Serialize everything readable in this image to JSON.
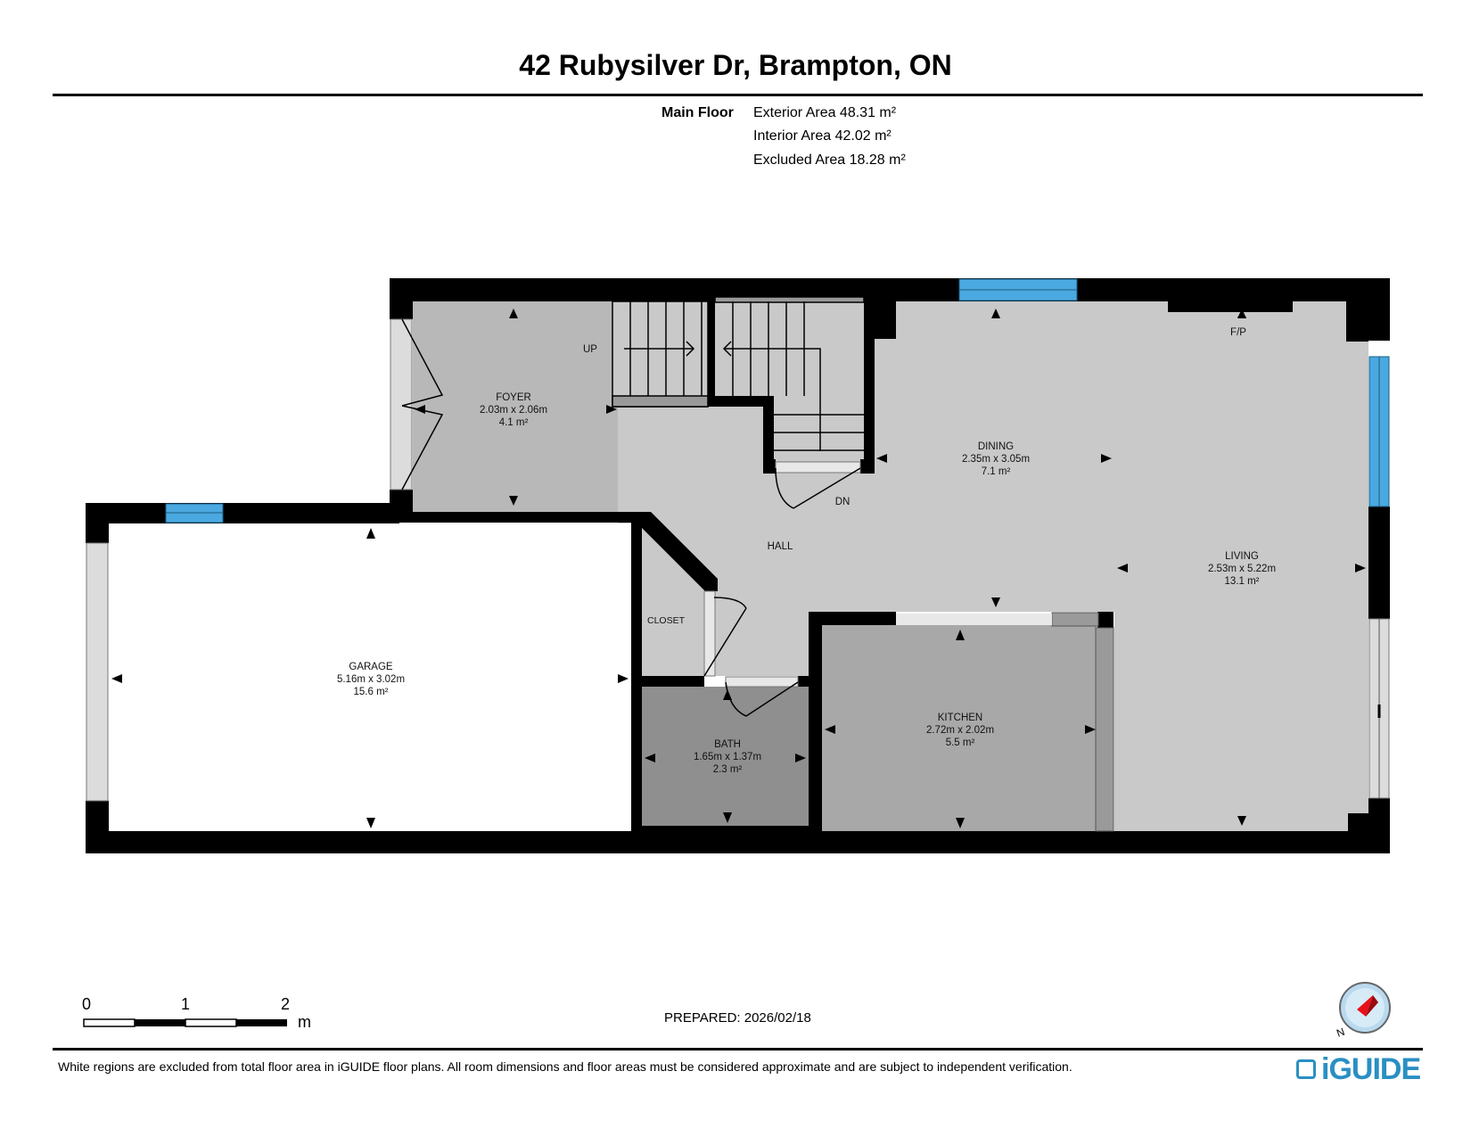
{
  "header": {
    "title": "42 Rubysilver Dr, Brampton, ON"
  },
  "floor_info": {
    "floor_name": "Main Floor",
    "areas": [
      "Exterior Area 48.31 m²",
      "Interior Area 42.02 m²",
      "Excluded Area 18.28 m²"
    ]
  },
  "rooms": {
    "foyer": {
      "name": "FOYER",
      "dims": "2.03m x 2.06m",
      "area": "4.1 m²"
    },
    "dining": {
      "name": "DINING",
      "dims": "2.35m x 3.05m",
      "area": "7.1 m²"
    },
    "living": {
      "name": "LIVING",
      "dims": "2.53m x 5.22m",
      "area": "13.1 m²"
    },
    "garage": {
      "name": "GARAGE",
      "dims": "5.16m x 3.02m",
      "area": "15.6 m²"
    },
    "kitchen": {
      "name": "KITCHEN",
      "dims": "2.72m x 2.02m",
      "area": "5.5 m²"
    },
    "bath": {
      "name": "BATH",
      "dims": "1.65m x 1.37m",
      "area": "2.3 m²"
    },
    "hall": {
      "name": "HALL"
    },
    "closet": {
      "name": "CLOSET"
    }
  },
  "annotations": {
    "up": "UP",
    "dn": "DN",
    "fp": "F/P"
  },
  "scale_bar": {
    "labels": [
      "0",
      "1",
      "2"
    ],
    "unit": "m"
  },
  "compass": {
    "label": "N"
  },
  "footer": {
    "prepared": "PREPARED: 2026/02/18",
    "disclaimer": "White regions are excluded from total floor area in iGUIDE floor plans. All room dimensions and floor areas must be considered approximate and are subject to independent verification.",
    "brand": "iGUIDE"
  },
  "colors": {
    "wall": "#000000",
    "window": "#4aa9e0",
    "room_light": "#c9c9c9",
    "room_mid": "#b8b8b8",
    "room_dark": "#a8a8a8",
    "excluded": "#ffffff",
    "brand": "#2a8fc3"
  }
}
